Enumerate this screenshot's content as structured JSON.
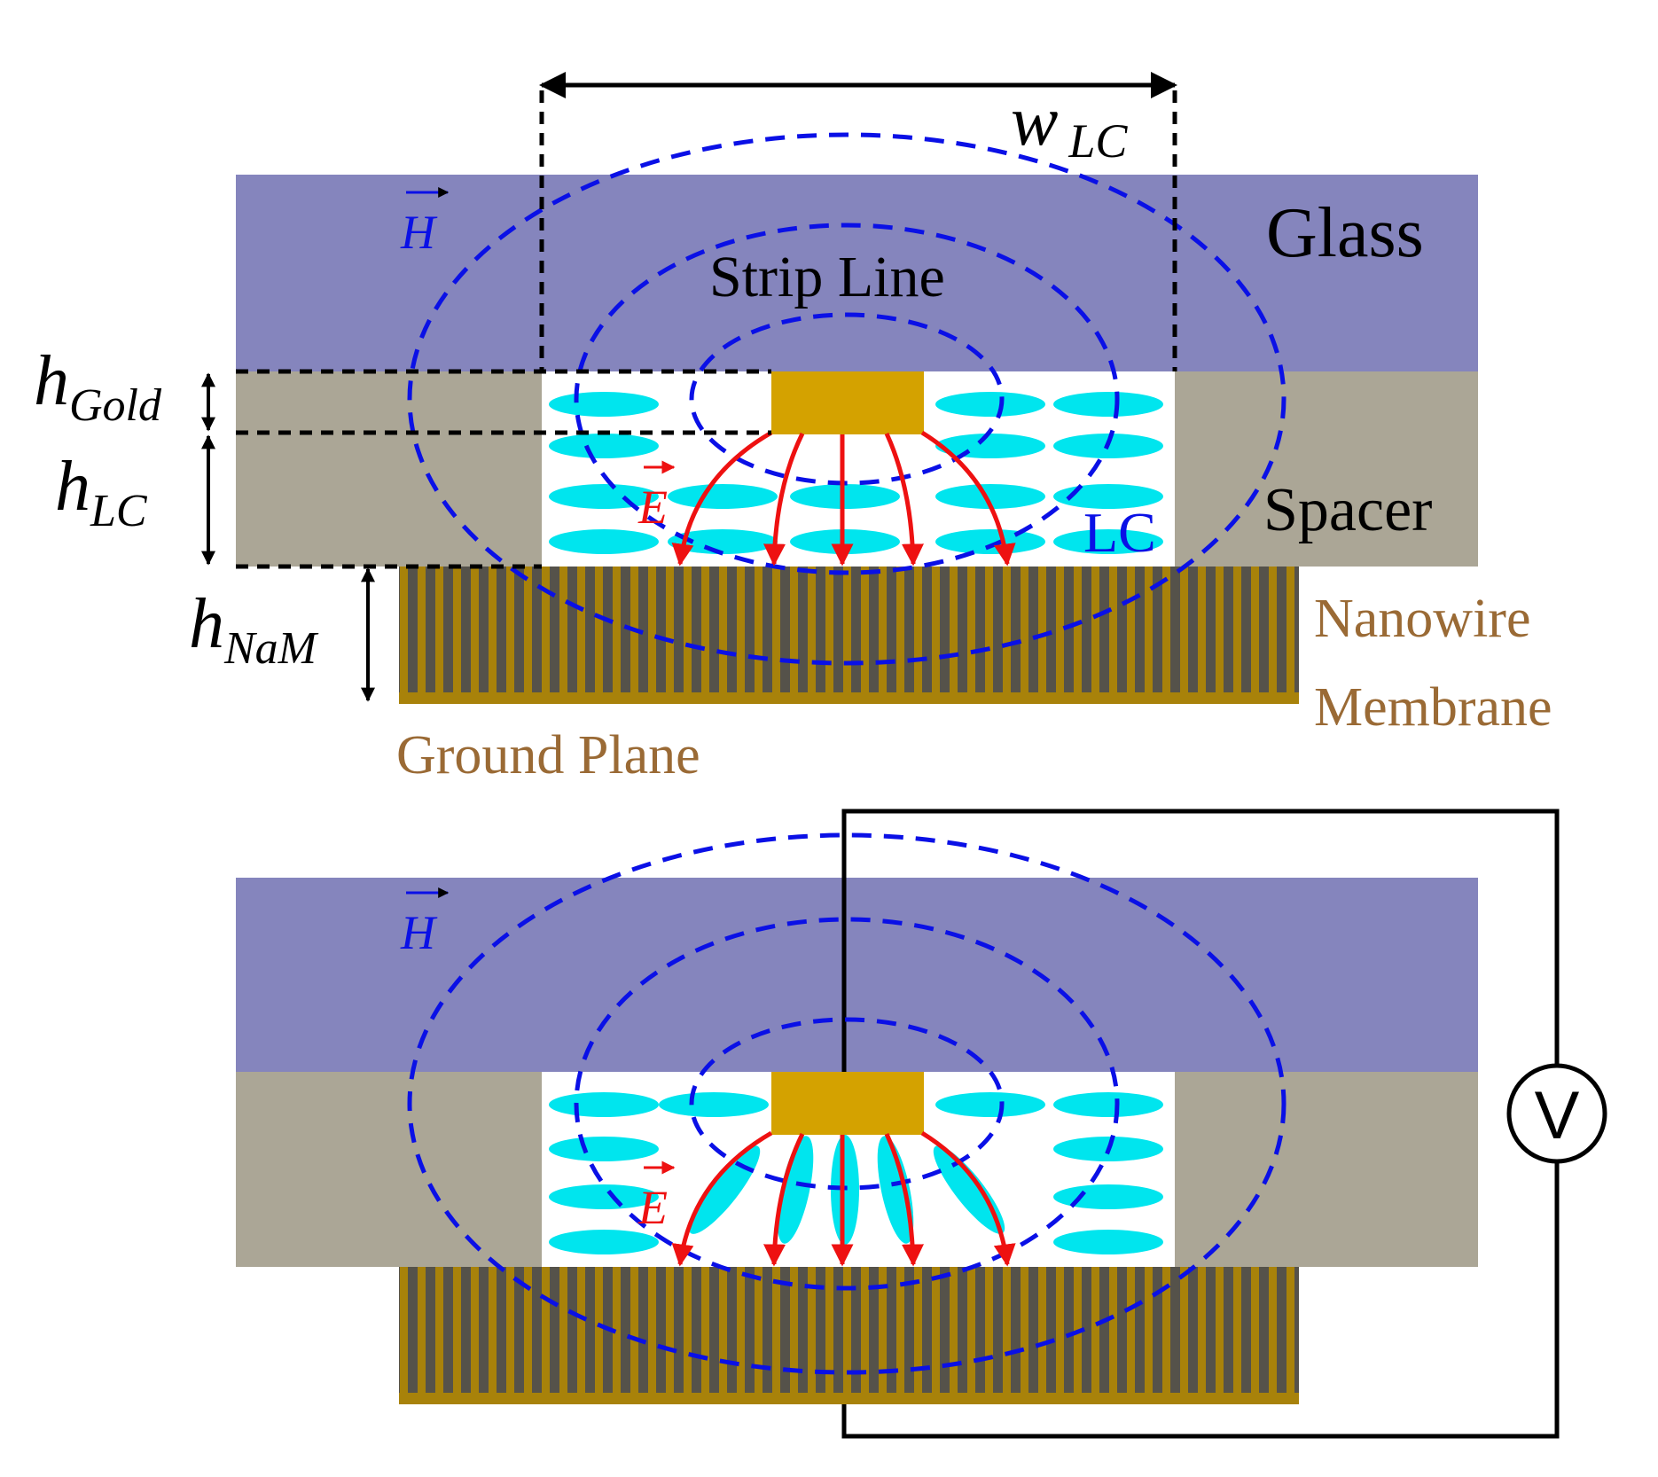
{
  "labels": {
    "glass": "Glass",
    "strip_line": "Strip Line",
    "spacer": "Spacer",
    "lc": "LC",
    "nanowire": "Nanowire",
    "membrane": "Membrane",
    "ground_plane": "Ground Plane",
    "voltmeter": "V"
  },
  "symbols": {
    "h": "h",
    "w": "w",
    "sub_gold": "Gold",
    "sub_lc": "LC",
    "sub_nam": "NaM",
    "h_vec": "H",
    "e_vec": "E"
  },
  "colors": {
    "glass": "#8585bd",
    "spacer": "#aba696",
    "gold": "#d4a200",
    "lc_molecule": "#00e5ee",
    "h_field": "#0a10e6",
    "e_field": "#ee1111",
    "membrane_dark": "#55524a",
    "membrane_gold": "#a8820a",
    "label_brown": "#9a6a35",
    "black": "#000000"
  },
  "icons": {
    "voltmeter": "voltmeter-circle-icon",
    "h_arrow": "vector-arrow-icon",
    "e_arrow": "vector-arrow-icon"
  }
}
